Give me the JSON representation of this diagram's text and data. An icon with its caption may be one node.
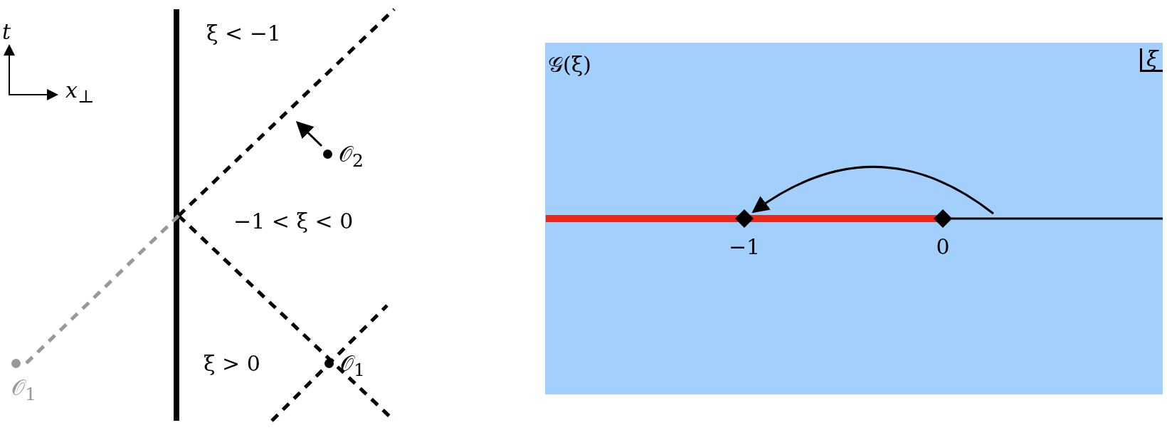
{
  "diagram": {
    "nodes": [
      {
        "text": [
          "𝒪$_{2}$"
        ]
      },
      {
        "text": [
          "𝒪$_{1}$"
        ]
      },
      {
        "text": [
          "𝒪$_{1}$"
        ]
      },
      {
        "text": [
          "𝒢(ξ)"
        ]
      },
      {
        "text": [],
        "shape": "diamond",
        "in": 3,
        "beside": [
          "−1"
        ]
      },
      {
        "text": [],
        "shape": "diamond",
        "in": 3,
        "beside": [
          "0"
        ]
      }
    ],
    "edges": [
      {
        "from": null,
        "to": 4,
        "arrow": "to"
      }
    ],
    "labels": [
      "t",
      "x$_{⊥}$",
      "ξ < −1",
      "−1 < ξ < 0",
      "ξ > 0",
      "ξ"
    ]
  }
}
